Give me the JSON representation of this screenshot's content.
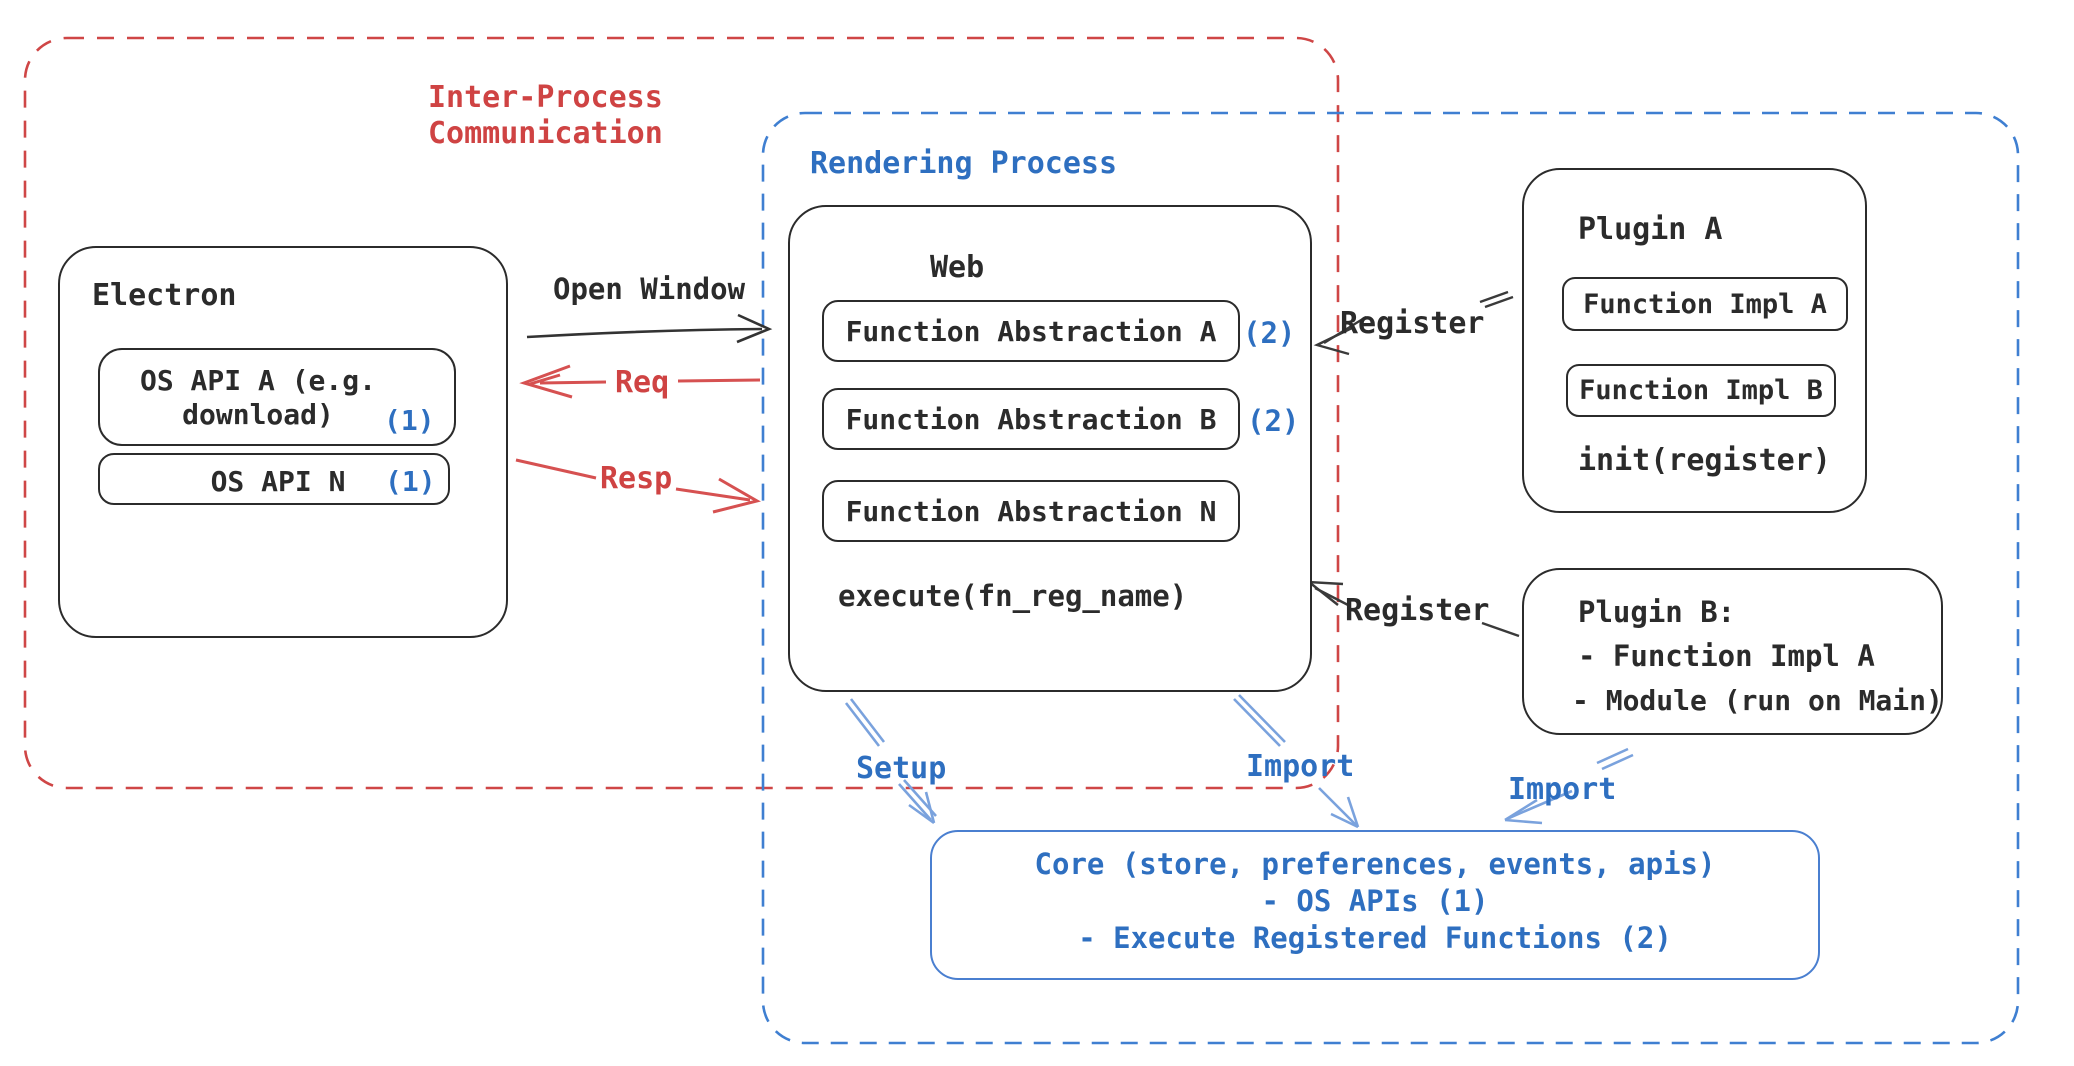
{
  "diagram": {
    "ipc_box": {
      "label_line1": "Inter-Process",
      "label_line2": "Communication"
    },
    "rendering_box": {
      "label": "Rendering Process"
    },
    "electron": {
      "title": "Electron",
      "os_api_a_line1": "OS API A (e.g.",
      "os_api_a_line2": "download)",
      "os_api_a_badge": "(1)",
      "os_api_n_label": "OS API N",
      "os_api_n_badge": "(1)"
    },
    "web": {
      "title": "Web",
      "fa_a_label": "Function Abstraction A",
      "fa_a_badge": "(2)",
      "fa_b_label": "Function Abstraction B",
      "fa_b_badge": "(2)",
      "fa_n_label": "Function Abstraction N",
      "execute_label": "execute(fn_reg_name)"
    },
    "plugin_a": {
      "title": "Plugin A",
      "impl_a_label": "Function Impl A",
      "impl_b_label": "Function Impl B",
      "init_label": "init(register)"
    },
    "plugin_b": {
      "title": "Plugin B:",
      "item1": "- Function Impl A",
      "item2": "- Module (run on Main)"
    },
    "core": {
      "line1": "Core (store, preferences, events, apis)",
      "line2": "- OS APIs (1)",
      "line3": "- Execute Registered Functions (2)"
    },
    "arrows": {
      "open_window_label": "Open Window",
      "req_label": "Req",
      "resp_label": "Resp",
      "register_top_label": "Register",
      "register_bottom_label": "Register",
      "setup_label": "Setup",
      "import_mid_label": "Import",
      "import_right_label": "Import"
    },
    "colors": {
      "red": "#cf4343",
      "blue": "#2e6fc0",
      "arrow_light_blue": "#7aa2dd",
      "black": "#2b2b2b",
      "core_border_blue": "#4a7fd0",
      "dashed_blue": "#3f7fd1"
    }
  }
}
